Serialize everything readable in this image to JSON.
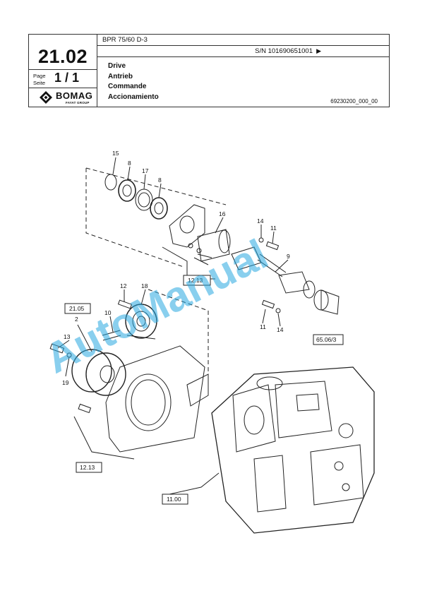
{
  "header": {
    "section_number": "21.02",
    "page_label_en": "Page",
    "page_label_de": "Seite",
    "page_number": "1 / 1",
    "model": "BPR 75/60 D-3",
    "serial": "S/N 101690651001",
    "serial_arrow": "▶",
    "titles": [
      "Drive",
      "Antrieb",
      "Commande",
      "Accionamiento"
    ],
    "doc_number": "69230200_000_00",
    "logo": {
      "brand": "BOMAG",
      "sub": "FAYAT GROUP"
    }
  },
  "diagram": {
    "callouts": [
      "15",
      "8",
      "17",
      "8",
      "16",
      "14",
      "11",
      "9",
      "12",
      "18",
      "10",
      "2",
      "13",
      "19",
      "11",
      "14"
    ],
    "refs": [
      "12.13",
      "21.05",
      "65.06/3",
      "12.13",
      "11.00"
    ]
  },
  "watermark": {
    "text": "AutoManual",
    "color": "#29a9e1"
  }
}
